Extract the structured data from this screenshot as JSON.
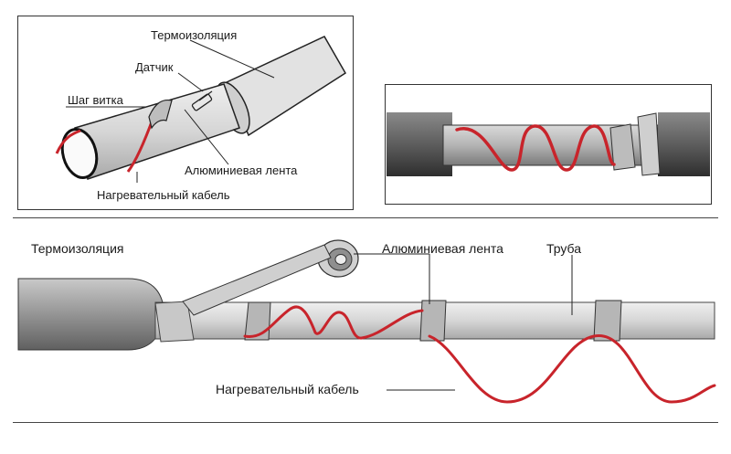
{
  "top_left": {
    "insulation_label": "Термоизоляция",
    "sensor_label": "Датчик",
    "pitch_label": "Шаг витка",
    "tape_label": "Алюминиевая лента",
    "cable_label": "Нагревательный кабель"
  },
  "bottom": {
    "insulation_label": "Термоизоляция",
    "tape_label": "Алюминиевая лента",
    "pipe_label": "Труба",
    "cable_label": "Нагревательный кабель"
  },
  "colors": {
    "cable": "#c8242b",
    "pipe": "#d8d8d8",
    "insulation": "#8c8c8c",
    "tape": "#bdbdbd"
  }
}
